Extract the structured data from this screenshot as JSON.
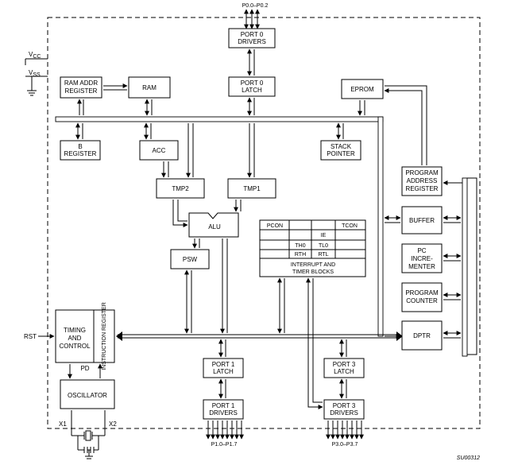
{
  "pins": {
    "p0": "P0.0–P0.2",
    "p1": "P1.0–P1.7",
    "p3": "P3.0–P3.7",
    "vcc": "V",
    "vcc_sub": "CC",
    "vss": "V",
    "vss_sub": "SS",
    "rst": "RST",
    "x1": "X1",
    "x2": "X2",
    "pd": "PD"
  },
  "blocks": {
    "port0_drivers": [
      "PORT 0",
      "DRIVERS"
    ],
    "port0_latch": [
      "PORT 0",
      "LATCH"
    ],
    "ram_addr": [
      "RAM ADDR",
      "REGISTER"
    ],
    "ram": [
      "RAM"
    ],
    "eprom": [
      "EPROM"
    ],
    "b_reg": [
      "B",
      "REGISTER"
    ],
    "acc": [
      "ACC"
    ],
    "stack": [
      "STACK",
      "POINTER"
    ],
    "tmp2": [
      "TMP2"
    ],
    "tmp1": [
      "TMP1"
    ],
    "alu": [
      "ALU"
    ],
    "psw": [
      "PSW"
    ],
    "prog_addr": [
      "PROGRAM",
      "ADDRESS",
      "REGISTER"
    ],
    "buffer": [
      "BUFFER"
    ],
    "pc_incr": [
      "PC",
      "INCRE-",
      "MENTER"
    ],
    "prog_counter": [
      "PROGRAM",
      "COUNTER"
    ],
    "dptr": [
      "DPTR"
    ],
    "timing": [
      "TIMING",
      "AND",
      "CONTROL"
    ],
    "instr_reg": "INSTRUCTION REGISTER",
    "oscillator": [
      "OSCILLATOR"
    ],
    "port1_latch": [
      "PORT 1",
      "LATCH"
    ],
    "port1_drivers": [
      "PORT 1",
      "DRIVERS"
    ],
    "port3_latch": [
      "PORT 3",
      "LATCH"
    ],
    "port3_drivers": [
      "PORT 3",
      "DRIVERS"
    ]
  },
  "interrupt": {
    "pcon": "PCON",
    "tcon": "TCON",
    "ie": "IE",
    "th0": "TH0",
    "tl0": "TL0",
    "rth": "RTH",
    "rtl": "RTL",
    "title": [
      "INTERRUPT AND",
      "TIMER BLOCKS"
    ]
  },
  "footer": {
    "code": "SU00312"
  }
}
